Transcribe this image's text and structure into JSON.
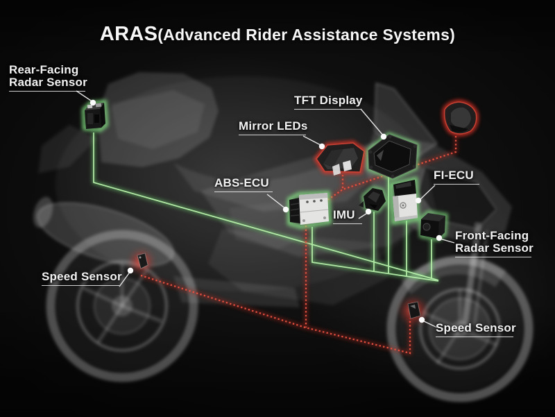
{
  "title": {
    "brand": "ARAS",
    "subtitle": "(Advanced Rider Assistance Systems)"
  },
  "labels": {
    "rear_radar": {
      "line1": "Rear-Facing",
      "line2": "Radar Sensor"
    },
    "tft_display": {
      "line1": "TFT Display"
    },
    "mirror_leds": {
      "line1": "Mirror LEDs"
    },
    "abs_ecu": {
      "line1": "ABS-ECU"
    },
    "imu": {
      "line1": "IMU"
    },
    "fi_ecu": {
      "line1": "FI-ECU"
    },
    "front_radar": {
      "line1": "Front-Facing",
      "line2": "Radar Sensor"
    },
    "speed_sensor_rear": {
      "line1": "Speed Sensor"
    },
    "speed_sensor_front": {
      "line1": "Speed Sensor"
    }
  },
  "components": [
    {
      "name": "rear-facing-radar-sensor",
      "highlight": "green"
    },
    {
      "name": "mirror-leds-left-mirror",
      "highlight": "red"
    },
    {
      "name": "tft-display",
      "highlight": "green"
    },
    {
      "name": "right-mirror-led",
      "highlight": "red"
    },
    {
      "name": "abs-ecu",
      "highlight": "green"
    },
    {
      "name": "imu",
      "highlight": "green"
    },
    {
      "name": "fi-ecu",
      "highlight": "green"
    },
    {
      "name": "front-facing-radar-sensor",
      "highlight": "green"
    },
    {
      "name": "speed-sensor-rear-wheel",
      "highlight": "red"
    },
    {
      "name": "speed-sensor-front-wheel",
      "highlight": "red"
    }
  ],
  "colors": {
    "green_link": "#8fe08f",
    "red_link": "#e04b3c",
    "label_text": "#f2f2f2",
    "background": "#070707"
  }
}
